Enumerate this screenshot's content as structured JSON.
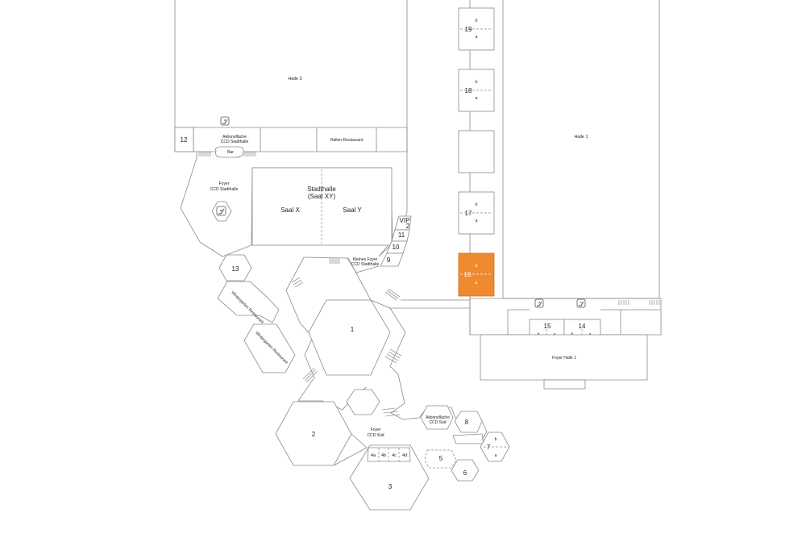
{
  "colors": {
    "highlight": "#f08a2e",
    "lines": "#8a8a8a",
    "background": "#ffffff"
  },
  "icons": {
    "stairs": "stairs-icon",
    "escalator": "escalator-icon"
  },
  "labels": {
    "halle3": "Halle 3",
    "halle1": "Halle 1",
    "r12": "12",
    "aktion_stadthalle_1": "Aktionsfläche",
    "aktion_stadthalle_2": "CCD Stadthalle",
    "hallen_restaurant": "Hallen-Restaurant",
    "bar": "Bar",
    "foyer_stadthalle_1": "Foyer",
    "foyer_stadthalle_2": "CCD Stadthalle",
    "stadthalle_1": "Stadthalle",
    "stadthalle_2": "(Saal XY)",
    "saal_x": "Saal X",
    "saal_y": "Saal Y",
    "vip": "VIP",
    "r2": "2",
    "r11": "11",
    "r10": "10",
    "r9": "9",
    "kleines_foyer_1": "Kleines Foyer",
    "kleines_foyer_2": "CCD Stadthalle",
    "r13": "13",
    "wintergarten_1": "Wintergarten Restaurant",
    "wintergarten_2": "Wintergarten Restaurant",
    "r1": "1",
    "r2_big": "2",
    "foyer_sued_1": "Foyer",
    "foyer_sued_2": "CCD Süd",
    "r4a": "4a",
    "r4b": "4b",
    "r4c": "4c",
    "r4d": "4d",
    "r3": "3",
    "r5": "5",
    "r6": "6",
    "aktion_sued_1": "Aktionsfläche",
    "aktion_sued_2": "CCD Süd",
    "r8": "8",
    "r7": "7",
    "r7_b": "b",
    "r7_a": "a",
    "r19": "19",
    "r19_b": "b",
    "r19_a": "a",
    "r18": "18",
    "r18_b": "b",
    "r18_a": "a",
    "r17": "17",
    "r17_b": "b",
    "r17_a": "a",
    "r16": "16",
    "r16_b": "b",
    "r16_a": "a",
    "r15": "15",
    "r15_b": "b",
    "r15_a": "a",
    "r14": "14",
    "r14_b": "b",
    "r14_a": "a",
    "foyer_halle1": "Foyer Halle 1"
  }
}
